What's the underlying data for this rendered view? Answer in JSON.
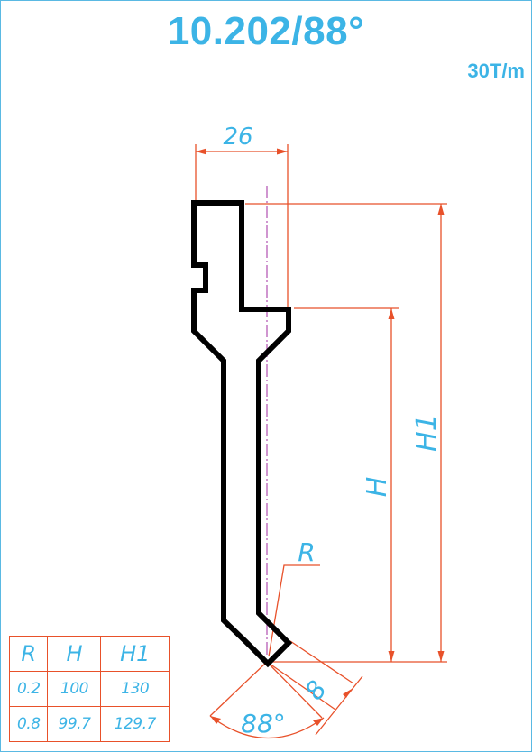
{
  "title": "10.202/88°",
  "capacity": "30T/m",
  "dimensions": {
    "width_label": "26",
    "height_label": "H",
    "total_height_label": "H1",
    "radius_label": "R",
    "angle_label": "88°",
    "tip_label": "8"
  },
  "spec_table": {
    "headers": [
      "R",
      "H",
      "H1"
    ],
    "rows": [
      [
        "0.2",
        "100",
        "130"
      ],
      [
        "0.8",
        "99.7",
        "129.7"
      ]
    ]
  },
  "colors": {
    "dimension_lines": "#e8512a",
    "text": "#3cb4e6",
    "profile": "#000000",
    "centerline": "#b04fb0"
  }
}
